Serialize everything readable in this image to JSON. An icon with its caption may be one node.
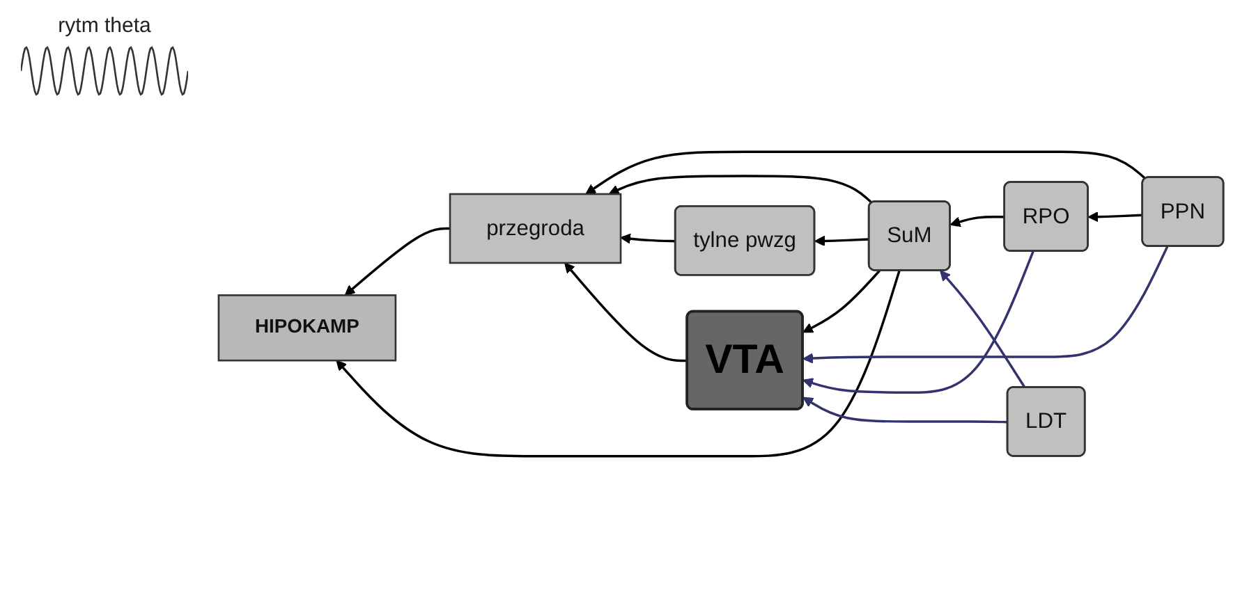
{
  "diagram": {
    "nodes": [
      {
        "text": [
          "HIPOKAMP"
        ]
      },
      {
        "text": [
          "przegroda"
        ]
      },
      {
        "text": [
          "PPN"
        ]
      },
      {
        "text": [
          "RPO"
        ]
      },
      {
        "text": [
          "SuM"
        ]
      },
      {
        "text": [
          "tylne pwzg"
        ]
      },
      {
        "text": [
          "VTA"
        ]
      },
      {
        "text": [
          "LDT"
        ]
      }
    ],
    "edges": [
      {
        "from": 1,
        "to": 0,
        "arrow": "to"
      },
      {
        "from": 4,
        "to": 0,
        "arrow": "to"
      },
      {
        "from": 2,
        "to": 1,
        "arrow": "to"
      },
      {
        "from": 2,
        "to": 3,
        "arrow": "to"
      },
      {
        "from": 4,
        "to": 1,
        "arrow": "to"
      },
      {
        "from": 3,
        "to": 4,
        "arrow": "to"
      },
      {
        "from": 4,
        "to": 5,
        "arrow": "to"
      },
      {
        "from": 5,
        "to": 1,
        "arrow": "to"
      },
      {
        "from": 4,
        "to": 6,
        "arrow": "to"
      },
      {
        "from": 2,
        "to": 6,
        "arrow": "to",
        "color": "#33336e"
      },
      {
        "from": 3,
        "to": 6,
        "arrow": "to",
        "color": "#33336e"
      },
      {
        "from": 7,
        "to": 6,
        "arrow": "to",
        "color": "#33336e"
      },
      {
        "from": 7,
        "to": 4,
        "arrow": "to",
        "color": "#33336e"
      },
      {
        "from": 6,
        "to": 1,
        "arrow": "to"
      }
    ],
    "labels": [
      "rytm theta"
    ]
  }
}
